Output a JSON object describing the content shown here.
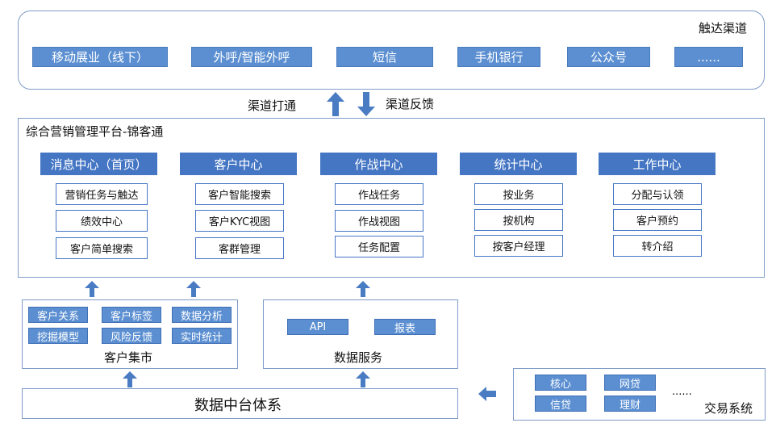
{
  "channels": {
    "title": "触达渠道",
    "items": [
      "移动展业（线下）",
      "外呼/智能外呼",
      "短信",
      "手机银行",
      "公众号",
      "......"
    ]
  },
  "links": {
    "connect": "渠道打通",
    "feedback": "渠道反馈"
  },
  "platform": {
    "title": "综合营销管理平台-锦客通",
    "centers": [
      {
        "name": "消息中心（首页）",
        "items": [
          "营销任务与触达",
          "绩效中心",
          "客户简单搜索"
        ]
      },
      {
        "name": "客户中心",
        "items": [
          "客户智能搜索",
          "客户KYC视图",
          "客群管理"
        ]
      },
      {
        "name": "作战中心",
        "items": [
          "作战任务",
          "作战视图",
          "任务配置"
        ]
      },
      {
        "name": "统计中心",
        "items": [
          "按业务",
          "按机构",
          "按客户经理"
        ]
      },
      {
        "name": "工作中心",
        "items": [
          "分配与认领",
          "客户预约",
          "转介绍"
        ]
      }
    ]
  },
  "customer_market": {
    "title": "客户集市",
    "chips": [
      "客户关系",
      "客户标签",
      "数据分析",
      "挖掘模型",
      "风险反馈",
      "实时统计"
    ]
  },
  "data_service": {
    "title": "数据服务",
    "chips": [
      "API",
      "报表"
    ]
  },
  "data_platform": {
    "title": "数据中台体系"
  },
  "trading": {
    "title": "交易系统",
    "chips": [
      "核心",
      "网贷",
      "信贷",
      "理财"
    ],
    "more": "......"
  },
  "colors": {
    "chip_blue": "#5b8fd1",
    "head_blue": "#4576c4",
    "arrow_blue": "#4a7cc4",
    "border": "#7f9cc8"
  }
}
